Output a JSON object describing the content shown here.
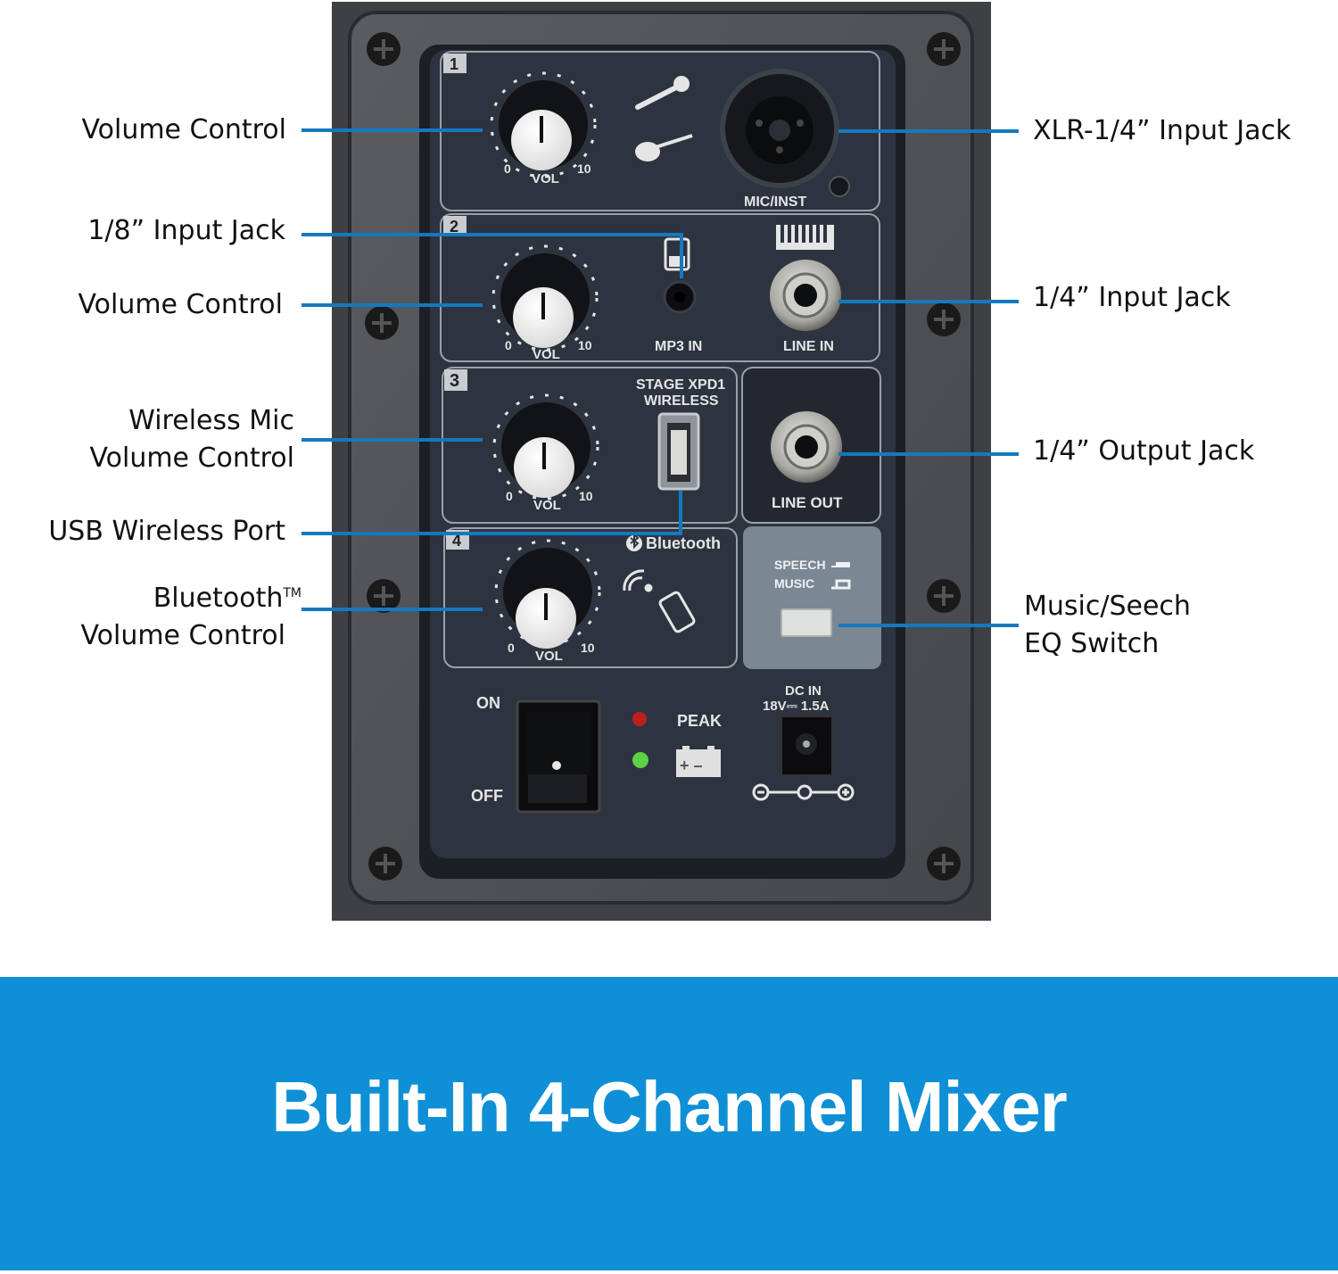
{
  "banner": {
    "title": "Built-In 4-Channel Mixer",
    "color": "#0e8fd6"
  },
  "leader_color": "#1479bf",
  "callouts_left": {
    "volume1": "Volume Control",
    "eighth_jack": "1/8” Input Jack",
    "volume2": "Volume Control",
    "wireless_line1": "Wireless Mic",
    "wireless_line2": "Volume Control",
    "usb": "USB Wireless Port",
    "bt_line1": "Bluetooth",
    "bt_tm": "TM",
    "bt_line2": "Volume Control"
  },
  "callouts_right": {
    "xlr": "XLR-1/4” Input Jack",
    "quarter_in": "1/4” Input Jack",
    "quarter_out": "1/4” Output Jack",
    "eq_line1": "Music/Seech",
    "eq_line2": "EQ Switch"
  },
  "panel": {
    "ch1_num": "1",
    "ch2_num": "2",
    "ch3_num": "3",
    "ch4_num": "4",
    "vol_label": "VOL",
    "vol_min": "0",
    "vol_max": "10",
    "mic_inst": "MIC/INST",
    "mp3_in": "MP3 IN",
    "line_in": "LINE IN",
    "stage_line1": "STAGE XPD1",
    "stage_line2": "WIRELESS",
    "line_out": "LINE OUT",
    "bluetooth": "Bluetooth",
    "speech": "SPEECH",
    "music": "MUSIC",
    "on": "ON",
    "off": "OFF",
    "peak": "PEAK",
    "dc_in": "DC IN",
    "dc_rating": "18V⎓ 1.5A",
    "battery_symbol": "+ –"
  }
}
